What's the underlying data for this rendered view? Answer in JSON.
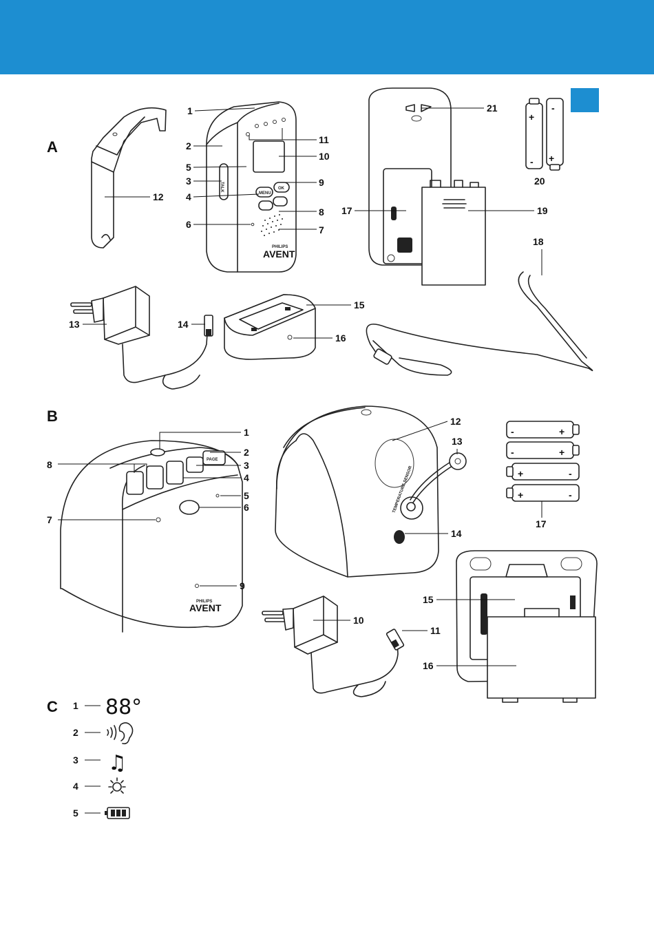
{
  "header": {
    "bar_color": "#1d8ed1"
  },
  "sections": {
    "a": "A",
    "b": "B",
    "c": "C"
  },
  "section_a": {
    "handset_labels": [
      "1",
      "2",
      "5",
      "3",
      "4",
      "6",
      "11",
      "10",
      "9",
      "8",
      "7",
      "12"
    ],
    "back_labels": [
      "21",
      "17",
      "19",
      "20",
      "18"
    ],
    "accessory_labels": [
      "13",
      "14",
      "15",
      "16"
    ],
    "button_text": {
      "talk": "TALK",
      "menu": "MENU",
      "ok": "OK"
    },
    "brand": {
      "line1": "PHILIPS",
      "line2": "AVENT"
    }
  },
  "section_b": {
    "front_labels": [
      "1",
      "2",
      "8",
      "3",
      "4",
      "5",
      "7",
      "6",
      "9"
    ],
    "rear_labels": [
      "12",
      "13",
      "14",
      "10",
      "11",
      "17",
      "15",
      "16"
    ],
    "button_text": {
      "page": "PAGE"
    },
    "sensor_text": "TEMPERATURE SENSOR",
    "brand": {
      "line1": "PHILIPS",
      "line2": "AVENT"
    }
  },
  "section_c": {
    "items": [
      {
        "num": "1",
        "icon": "temperature-display-icon",
        "glyph": "88°"
      },
      {
        "num": "2",
        "icon": "ear-sound-icon"
      },
      {
        "num": "3",
        "icon": "music-note-icon",
        "glyph": "♫"
      },
      {
        "num": "4",
        "icon": "night-light-icon"
      },
      {
        "num": "5",
        "icon": "battery-icon"
      }
    ]
  },
  "battery_signs": {
    "plus": "+",
    "minus": "-"
  }
}
